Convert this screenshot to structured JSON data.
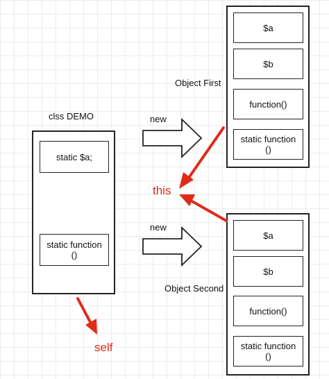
{
  "class_label": "clss DEMO",
  "class_box": {
    "static_var": "static $a;",
    "static_func": "static function ()"
  },
  "object_first": {
    "label": "Object First",
    "members": [
      "$a",
      "$b",
      "function()",
      "static function ()"
    ]
  },
  "object_second": {
    "label": "Object Second",
    "members": [
      "$a",
      "$b",
      "function()",
      "static function ()"
    ]
  },
  "arrows": {
    "new_top": "new",
    "new_bottom": "new",
    "this": "this",
    "self": "self"
  },
  "colors": {
    "pointer_arrow": "#e02a1a",
    "stroke": "#222222",
    "grid": "#ececec"
  }
}
